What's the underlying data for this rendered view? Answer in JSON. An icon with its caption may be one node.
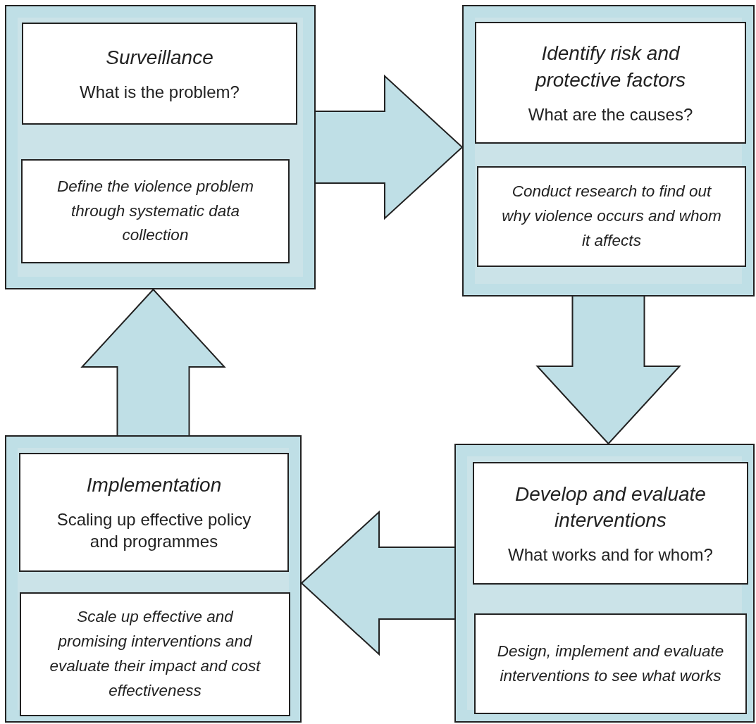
{
  "diagram": {
    "nodes": [
      {
        "text": [],
        "shape": "box"
      },
      {
        "text": [
          "Surveillance",
          "What is the problem?"
        ],
        "in": 0
      },
      {
        "text": [
          "Define the violence problem through systematic data collection"
        ],
        "in": 0
      },
      {
        "text": [],
        "shape": "box"
      },
      {
        "text": [
          "Identify risk and protective factors",
          "What are the causes?"
        ],
        "in": 3
      },
      {
        "text": [
          "Conduct research to find out why violence occurs and whom it affects"
        ],
        "in": 3
      },
      {
        "text": [],
        "shape": "box"
      },
      {
        "text": [
          "Develop and evaluate interventions",
          "What works and for whom?"
        ],
        "in": 6
      },
      {
        "text": [
          "Design, implement and evaluate interventions to see what works"
        ],
        "in": 6
      },
      {
        "text": [],
        "shape": "box"
      },
      {
        "text": [
          "Implementation",
          "Scaling up effective policy and programmes"
        ],
        "in": 9
      },
      {
        "text": [
          "Scale up effective and promising interventions and evaluate their impact and cost effectiveness"
        ],
        "in": 9
      }
    ],
    "edges": [
      {
        "from": 0,
        "to": 3,
        "arrow": "to",
        "style": "thick"
      },
      {
        "from": 3,
        "to": 6,
        "arrow": "to",
        "style": "thick"
      },
      {
        "from": 6,
        "to": 9,
        "arrow": "to",
        "style": "thick"
      },
      {
        "from": 9,
        "to": 0,
        "arrow": "to",
        "style": "thick"
      }
    ]
  }
}
